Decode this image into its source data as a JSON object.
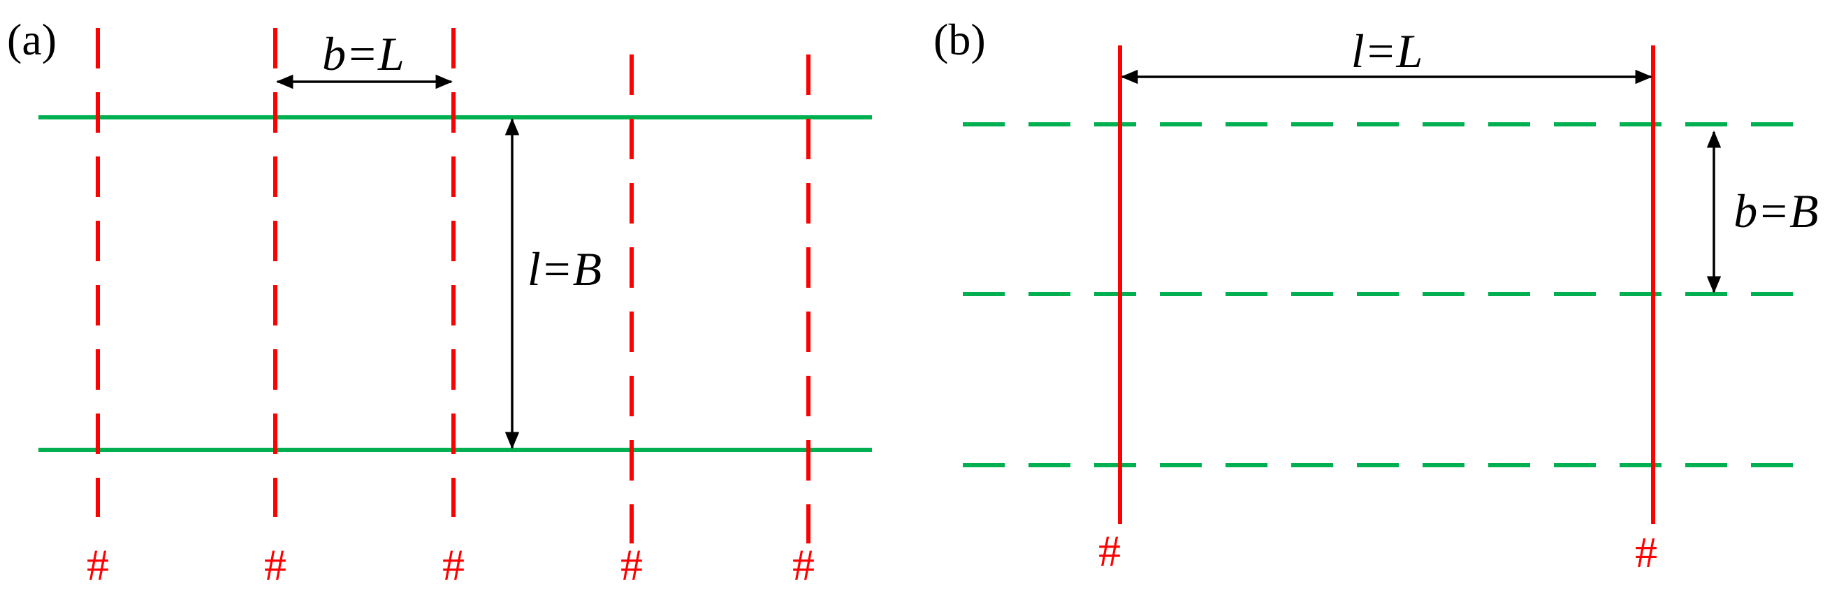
{
  "panels": [
    {
      "label": "(a)",
      "width_dim_label": "b=L",
      "length_dim_label": "l=B",
      "column_marks": [
        "#",
        "#",
        "#",
        "#",
        "#"
      ]
    },
    {
      "label": "(b)",
      "width_dim_label": "l=L",
      "length_dim_label": "b=B",
      "column_marks": [
        "#",
        "#"
      ]
    }
  ],
  "colors": {
    "red": "#ff0000",
    "green": "#00b050",
    "black": "#000000"
  }
}
